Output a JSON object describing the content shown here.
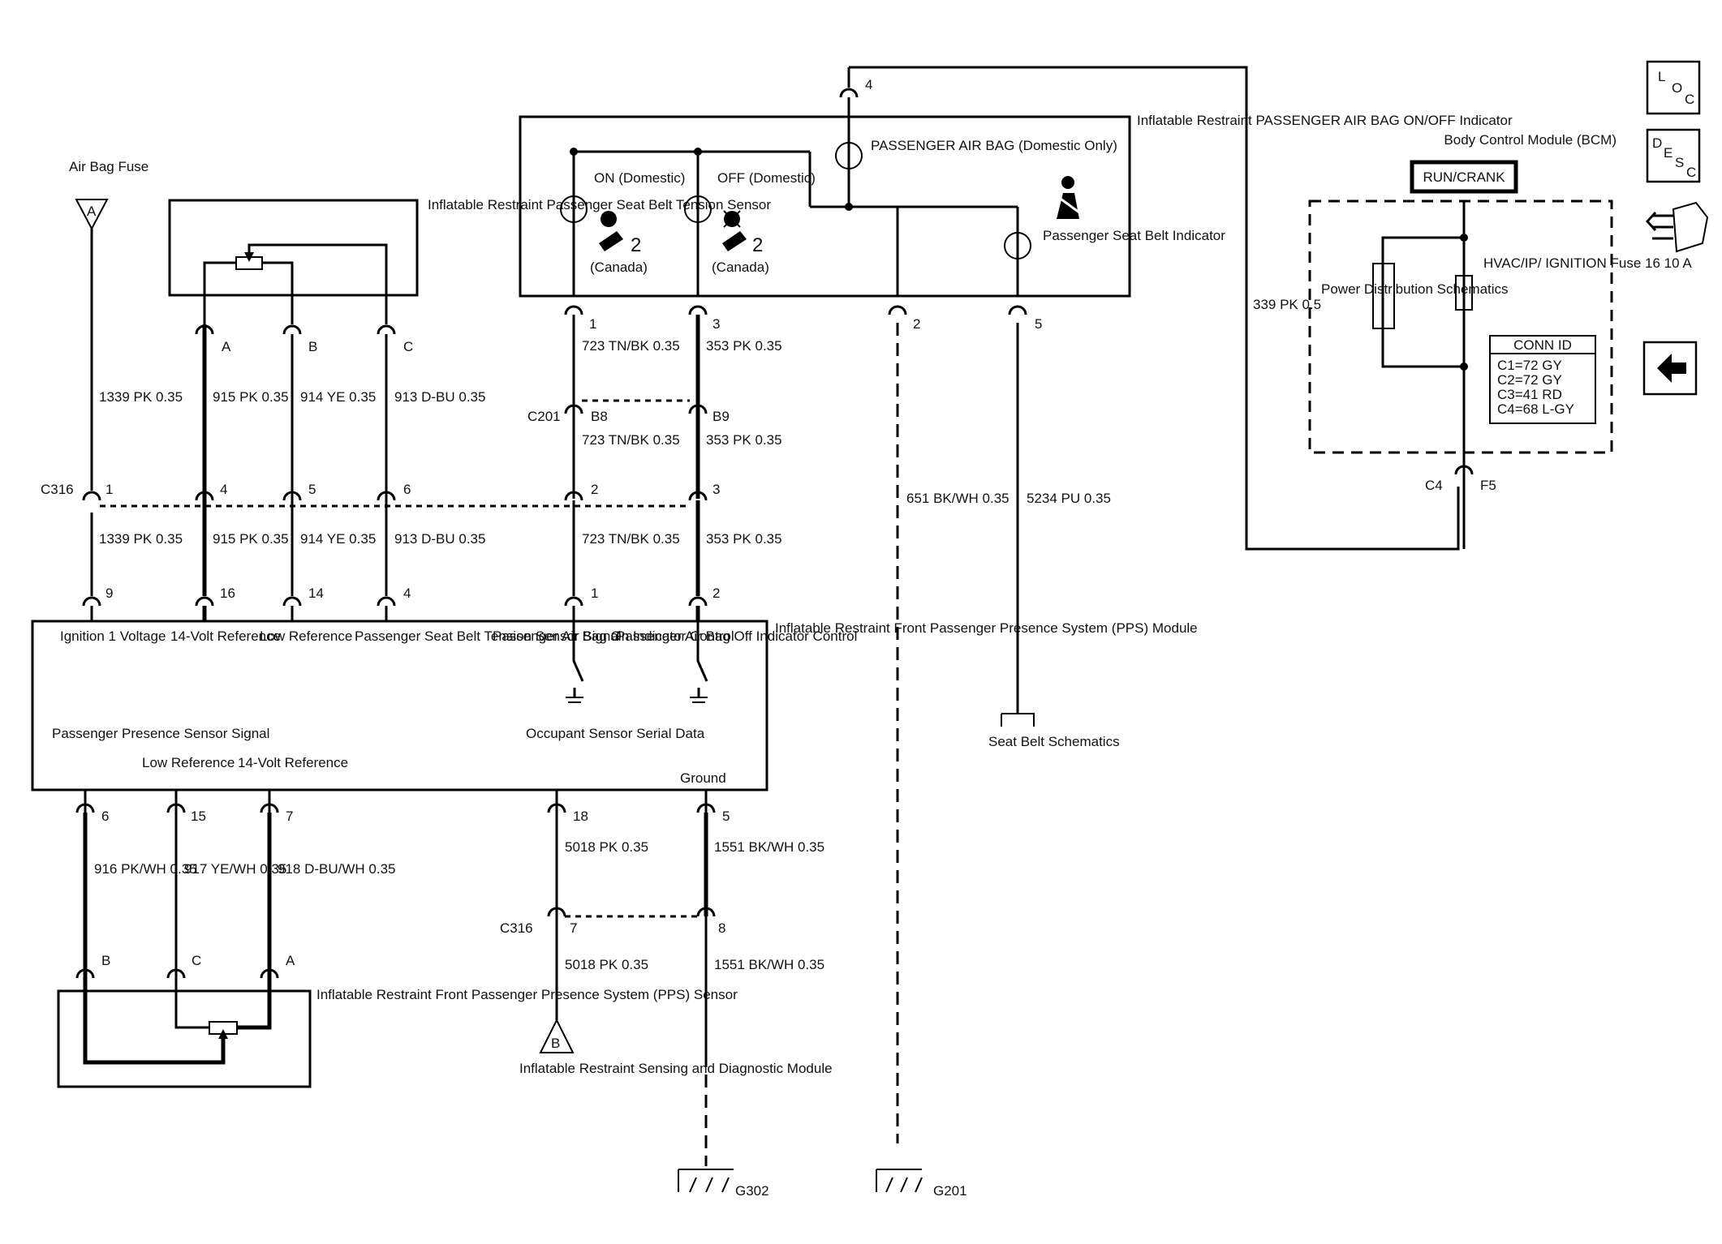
{
  "labels": {
    "airbag_fuse": "Air Bag Fuse",
    "fuse_tri": "A",
    "belt_sensor": "Inflatable Restraint Passenger Seat Belt Tension Sensor",
    "indicator": "Inflatable Restraint PASSENGER AIR BAG ON/OFF Indicator",
    "on_dom": "ON (Domestic)",
    "off_dom": "OFF (Domestic)",
    "canada_1": "(Canada)",
    "canada_2": "(Canada)",
    "num_2a": "2",
    "num_2b": "2",
    "pass_airbag": "PASSENGER AIR BAG (Domestic Only)",
    "seat_belt_ind": "Passenger Seat Belt Indicator",
    "ppsm": "Inflatable Restraint Front Passenger Presence System (PPS) Module",
    "pps_sensor": "Inflatable Restraint Front Passenger Presence System (PPS) Sensor",
    "sdm": "Inflatable Restraint Sensing and Diagnostic Module",
    "sdm_tri": "B",
    "seat_belt_sch": "Seat Belt Schematics",
    "bcm": "Body Control Module (BCM)",
    "run_crank": "RUN/CRANK",
    "power_dist": "Power Distribution Schematics",
    "hvac_fuse": "HVAC/IP/ IGNITION Fuse 16 10 A",
    "conn_id_title": "CONN ID",
    "conn_ids": [
      "C1=72 GY",
      "C2=72 GY",
      "C3=41 RD",
      "C4=68 L-GY"
    ],
    "g302": "G302",
    "g201": "G201"
  },
  "connectors": {
    "c316_top": "C316",
    "c201": "C201",
    "c316_bottom": "C316",
    "c4": "C4"
  },
  "pins": {
    "sens_a": "A",
    "sens_b": "B",
    "sens_c": "C",
    "ind_1": "1",
    "ind_3": "3",
    "ind_2": "2",
    "ind_5": "5",
    "ind_4": "4",
    "c201_b8": "B8",
    "c201_b9": "B9",
    "c316_1": "1",
    "c316_4": "4",
    "c316_5": "5",
    "c316_6": "6",
    "c316_2": "2",
    "c316_3": "3",
    "m_9": "9",
    "m_16": "16",
    "m_14": "14",
    "m_4": "4",
    "m_1": "1",
    "m_2": "2",
    "m_6": "6",
    "m_15": "15",
    "m_7": "7",
    "m_18": "18",
    "m_5": "5",
    "ps_b": "B",
    "ps_c": "C",
    "ps_a": "A",
    "c316b_7": "7",
    "c316b_8": "8",
    "f5": "F5"
  },
  "module_pins": {
    "ign": "Ignition 1 Voltage",
    "ref14": "14-Volt Reference",
    "lowref": "Low Reference",
    "tension": "Passenger Seat Belt Tension Sensor Signal",
    "on_ctrl": "Passenger Air Bag On Indicator Control",
    "off_ctrl": "Passenger Air Bag Off Indicator Control",
    "pps_sig": "Passenger Presence Sensor Signal",
    "lowref2": "Low Reference",
    "ref14b": "14-Volt Reference",
    "serial": "Occupant Sensor Serial Data",
    "ground": "Ground"
  },
  "wires": {
    "w1339a": "1339 PK 0.35",
    "w915a": "915 PK 0.35",
    "w914a": "914 YE 0.35",
    "w913a": "913 D-BU 0.35",
    "w723a": "723 TN/BK 0.35",
    "w353a": "353 PK 0.35",
    "w723b": "723 TN/BK 0.35",
    "w353b": "353 PK 0.35",
    "w1339b": "1339 PK 0.35",
    "w915b": "915 PK 0.35",
    "w914b": "914 YE 0.35",
    "w913b": "913 D-BU 0.35",
    "w723c": "723 TN/BK 0.35",
    "w353c": "353 PK 0.35",
    "w651": "651 BK/WH 0.35",
    "w5234": "5234 PU 0.35",
    "w339": "339 PK 0.5",
    "w916": "916 PK/WH 0.35",
    "w917": "917 YE/WH 0.35",
    "w918": "918 D-BU/WH 0.35",
    "w5018a": "5018 PK 0.35",
    "w1551a": "1551 BK/WH 0.35",
    "w5018b": "5018 PK 0.35",
    "w1551b": "1551 BK/WH 0.35"
  },
  "nav": {
    "loc": [
      "L",
      "O",
      "C"
    ],
    "desc": [
      "D",
      "E",
      "S",
      "C"
    ]
  }
}
